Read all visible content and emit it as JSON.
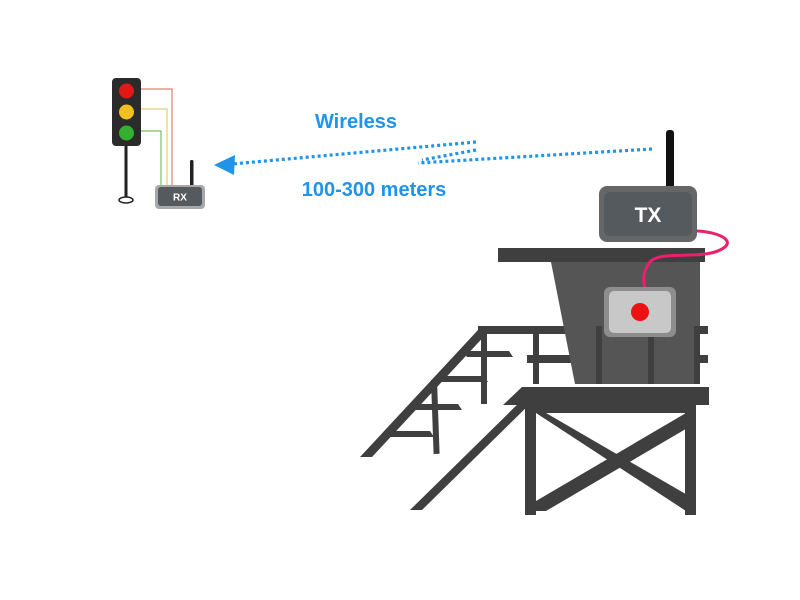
{
  "labels": {
    "wireless": "Wireless",
    "range": "100-300 meters"
  },
  "devices": {
    "receiver_label": "RX",
    "transmitter_label": "TX"
  },
  "colors": {
    "signal_blue": "#1f94e8",
    "traffic_red": "#e01818",
    "traffic_yellow": "#f0c020",
    "traffic_green": "#33b030",
    "device_dark": "#555a5e",
    "button_red": "#ee1111",
    "cable_pink": "#e8206e",
    "tower_dark": "#3f3f3f",
    "tower_gray": "#555555"
  },
  "icons": [
    "traffic-light-icon",
    "receiver-icon",
    "transmitter-icon",
    "push-button-icon",
    "lifeguard-tower-icon",
    "wireless-arrow-icon"
  ]
}
